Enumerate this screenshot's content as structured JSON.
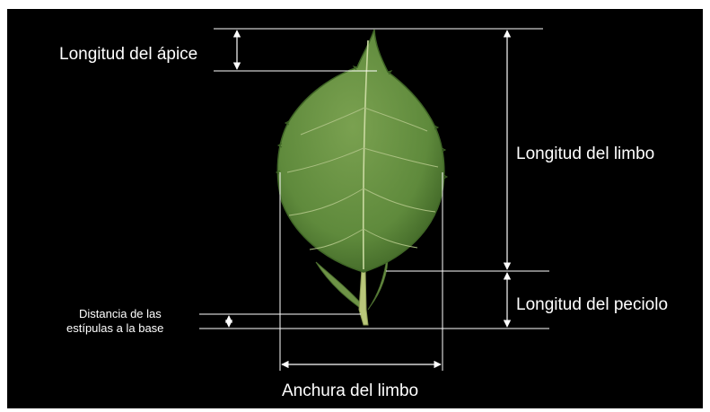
{
  "labels": {
    "apex_length": "Longitud del ápice",
    "blade_length": "Longitud del limbo",
    "petiole_length": "Longitud del peciolo",
    "stipule_distance_line1": "Distancia de las",
    "stipule_distance_line2": "estípulas a la base",
    "blade_width": "Anchura del limbo"
  },
  "colors": {
    "background": "#000000",
    "frame": "#ffffff",
    "dimension_lines": "#ffffff",
    "leaf_fill": "#5f8a3c",
    "leaf_edge": "#3f6526",
    "vein": "#c9d9a0"
  }
}
